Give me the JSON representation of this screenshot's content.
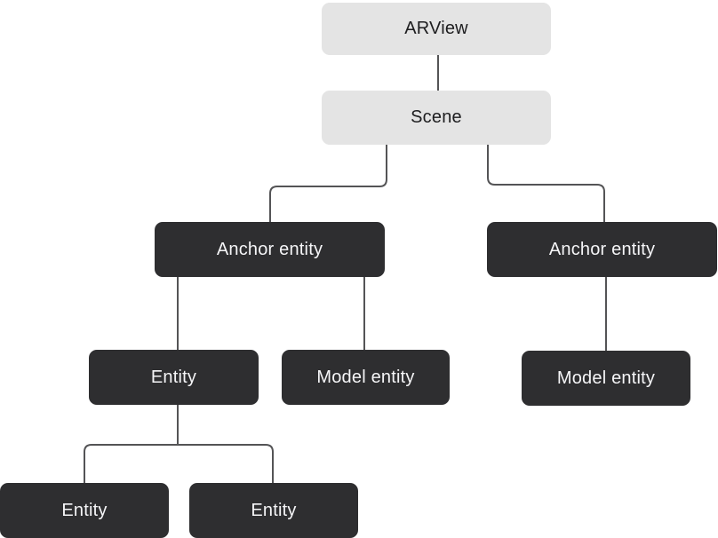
{
  "diagram": {
    "type": "tree-hierarchy",
    "description": "AR scene entity hierarchy diagram",
    "nodes": [
      {
        "id": "arview",
        "label": "ARView",
        "style": "light"
      },
      {
        "id": "scene",
        "label": "Scene",
        "style": "light"
      },
      {
        "id": "anchor-left",
        "label": "Anchor entity",
        "style": "dark"
      },
      {
        "id": "anchor-right",
        "label": "Anchor entity",
        "style": "dark"
      },
      {
        "id": "entity-mid",
        "label": "Entity",
        "style": "dark"
      },
      {
        "id": "model-left",
        "label": "Model entity",
        "style": "dark"
      },
      {
        "id": "model-right",
        "label": "Model entity",
        "style": "dark"
      },
      {
        "id": "entity-bottom-left",
        "label": "Entity",
        "style": "dark"
      },
      {
        "id": "entity-bottom-right",
        "label": "Entity",
        "style": "dark"
      }
    ],
    "edges": [
      {
        "from": "arview",
        "to": "scene"
      },
      {
        "from": "scene",
        "to": "anchor-left"
      },
      {
        "from": "scene",
        "to": "anchor-right"
      },
      {
        "from": "anchor-left",
        "to": "entity-mid"
      },
      {
        "from": "anchor-left",
        "to": "model-left"
      },
      {
        "from": "anchor-right",
        "to": "model-right"
      },
      {
        "from": "entity-mid",
        "to": "entity-bottom-left"
      },
      {
        "from": "entity-mid",
        "to": "entity-bottom-right"
      }
    ],
    "colors": {
      "background": "#ffffff",
      "light_node_fill": "#e4e4e4",
      "light_node_text": "#1d1d1f",
      "dark_node_fill": "#2e2e30",
      "dark_node_text": "#f5f5f7",
      "connector": "#545456"
    }
  }
}
